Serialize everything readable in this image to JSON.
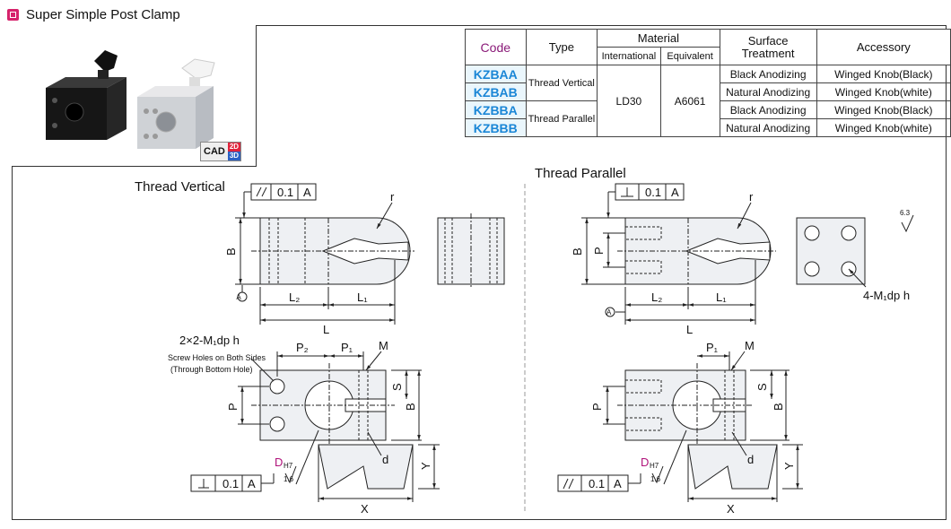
{
  "header": {
    "title": "Super Simple Post Clamp"
  },
  "cad": {
    "label": "CAD",
    "d2": "2D",
    "d3": "3D"
  },
  "table": {
    "headers": {
      "code": "Code",
      "type": "Type",
      "material": "Material",
      "international": "International",
      "equivalent": "Equivalent",
      "surface": "Surface Treatment",
      "accessory": "Accessory"
    },
    "rows": [
      {
        "code": "KZBAA",
        "surface": "Black Anodizing",
        "accessory": "Winged Knob(Black)"
      },
      {
        "code": "KZBAB",
        "surface": "Natural Anodizing",
        "accessory": "Winged Knob(white)"
      },
      {
        "code": "KZBBA",
        "surface": "Black Anodizing",
        "accessory": "Winged Knob(Black)"
      },
      {
        "code": "KZBBB",
        "surface": "Natural Anodizing",
        "accessory": "Winged Knob(white)"
      }
    ],
    "type_vertical": "Thread Vertical",
    "type_parallel": "Thread Parallel",
    "international_value": "LD30",
    "equivalent_value": "A6061"
  },
  "drawings": {
    "vertical": {
      "title": "Thread Vertical"
    },
    "parallel": {
      "title": "Thread Parallel"
    },
    "tol_value": "0.1",
    "datum": "A",
    "dims": {
      "B": "B",
      "L": "L",
      "L1": "L₁",
      "L2": "L₂",
      "r": "r",
      "P": "P",
      "P1": "P₁",
      "P2": "P₂",
      "M": "M",
      "S": "S",
      "X": "X",
      "Y": "Y",
      "d": "d",
      "D": "D",
      "H7": "H7",
      "rough": "1.6",
      "rough2": "6.3"
    },
    "screw_note": "2×2-M₁dp h",
    "screw_sub1": "Screw Holes on Both Sides",
    "screw_sub2": "(Through Bottom Hole)",
    "hole_note": "4-M₁dp h"
  }
}
